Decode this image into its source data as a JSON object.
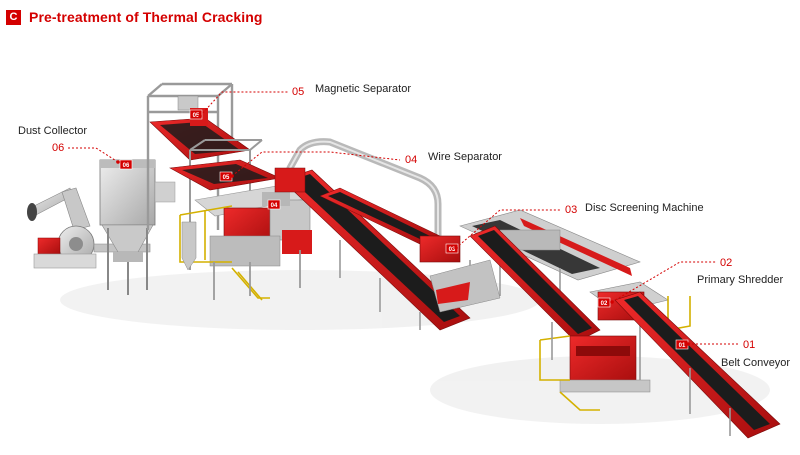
{
  "header": {
    "badge": "C",
    "title": "Pre-treatment of Thermal Cracking"
  },
  "callouts": [
    {
      "number": "01",
      "label": "Belt Conveyor"
    },
    {
      "number": "02",
      "label": "Primary Shredder"
    },
    {
      "number": "03",
      "label": "Disc Screening Machine"
    },
    {
      "number": "04",
      "label": "Wire Separator"
    },
    {
      "number": "05",
      "label": "Magnetic Separator"
    },
    {
      "number": "06",
      "label": "Dust Collector"
    }
  ],
  "colors": {
    "accent": "#d40000",
    "machine_red": "#d71a1a",
    "belt": "#1c1c1c",
    "frame": "#9a9a9a",
    "rail": "#d4b100"
  }
}
